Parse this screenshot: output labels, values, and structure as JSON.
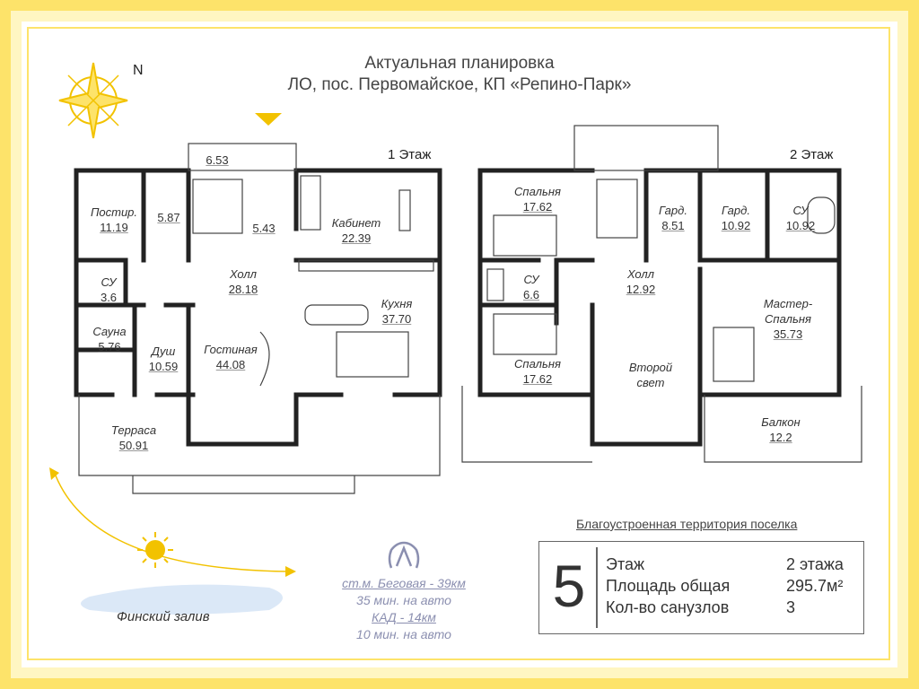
{
  "header": {
    "title_line1": "Актуальная планировка",
    "title_line2": "ЛО, пос. Первомайское, КП «Репино-Парк»"
  },
  "compass": {
    "north": "N"
  },
  "floor1": {
    "label": "1 Этаж",
    "rooms": [
      {
        "name": "",
        "area": "6.53"
      },
      {
        "name": "Постир.",
        "area": "11.19"
      },
      {
        "name": "",
        "area": "5.87"
      },
      {
        "name": "",
        "area": "5.43"
      },
      {
        "name": "Кабинет",
        "area": "22.39"
      },
      {
        "name": "Холл",
        "area": "28.18"
      },
      {
        "name": "СУ",
        "area": "3.6"
      },
      {
        "name": "Кухня",
        "area": "37.70"
      },
      {
        "name": "Сауна",
        "area": "5.76"
      },
      {
        "name": "Душ",
        "area": "10.59"
      },
      {
        "name": "Гостиная",
        "area": "44.08"
      },
      {
        "name": "Терраса",
        "area": "50.91"
      }
    ]
  },
  "floor2": {
    "label": "2 Этаж",
    "rooms": [
      {
        "name": "Спальня",
        "area": "17.62"
      },
      {
        "name": "Гард.",
        "area": "8.51"
      },
      {
        "name": "Гард.",
        "area": "10.92"
      },
      {
        "name": "СУ",
        "area": "10.92"
      },
      {
        "name": "Холл",
        "area": "12.92"
      },
      {
        "name": "СУ",
        "area": "6.6"
      },
      {
        "name": "Мастер-",
        "area": ""
      },
      {
        "name": "Спальня",
        "area": "35.73"
      },
      {
        "name": "Спальня",
        "area": "17.62"
      },
      {
        "name": "Второй",
        "area": ""
      },
      {
        "name": "свет",
        "area": ""
      },
      {
        "name": "Балкон",
        "area": "12.2"
      }
    ]
  },
  "territory_label": "Благоустроенная территория поселка",
  "info": {
    "number": "5",
    "rows": [
      {
        "label": "Этаж",
        "value": "2 этажа"
      },
      {
        "label": "Площадь общая",
        "value": "295.7м²"
      },
      {
        "label": "Кол-во санузлов",
        "value": "3"
      }
    ]
  },
  "transport": {
    "metro": "ст.м. Беговая - 39км",
    "metro_time": "35 мин. на авто",
    "kad": "КАД - 14км",
    "kad_time": "10 мин. на авто"
  },
  "gulf_label": "Финский залив",
  "colors": {
    "accent": "#fde36a",
    "wall": "#222222",
    "metro": "#8b8fb0"
  }
}
